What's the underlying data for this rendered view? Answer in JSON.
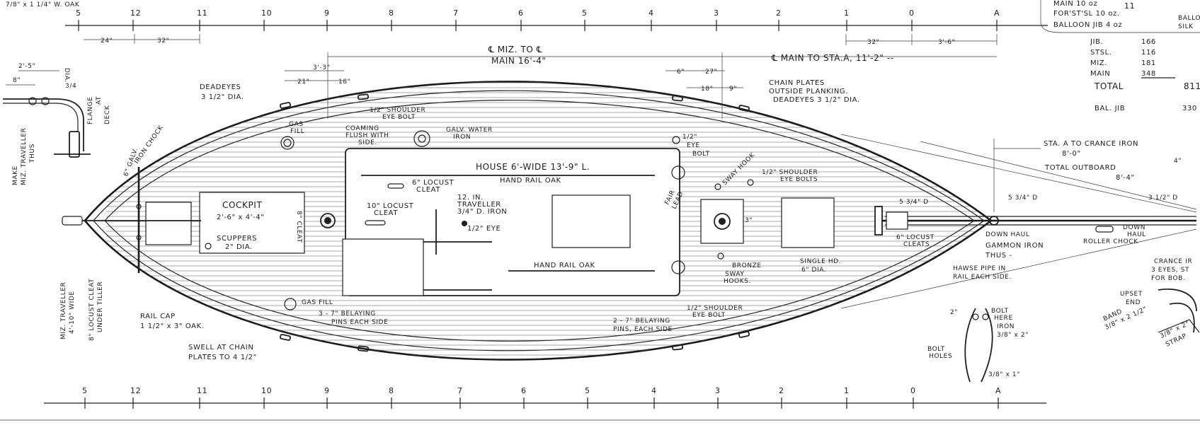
{
  "scale_top": {
    "corner": "7/8\" x 1 1/4\" W. OAK",
    "ticks": [
      "5",
      "12",
      "11",
      "10",
      "9",
      "8",
      "7",
      "6",
      "5",
      "4",
      "3",
      "2",
      "1",
      "0",
      "A"
    ],
    "dim_24": "24\"",
    "dim_32": "32\"",
    "dim_32b": "32\"",
    "dim_36": "3'-6\""
  },
  "scale_bottom": {
    "ticks": [
      "5",
      "12",
      "11",
      "10",
      "9",
      "8",
      "7",
      "6",
      "5",
      "4",
      "3",
      "2",
      "1",
      "0",
      "A"
    ]
  },
  "dims": {
    "miz_to_main": "℄ MIZ. TO ℄",
    "main_16_4": "MAIN 16'-4\"",
    "main_to_sta": "℄ MAIN TO STA.A, 11'-2\" --",
    "d_3_3": "3'-3\"",
    "d_21": "21\"",
    "d_18": "18\"",
    "d_6": "6\"",
    "d_27": "27\"",
    "d_18b": "18\"",
    "d_9": "9\"",
    "d_25": "2'-5\"",
    "dia": "DIA.",
    "d_8": "8\"",
    "d_34": "3/4"
  },
  "sail_table": {
    "main_oz": "MAIN 10 oz",
    "forst_oz": "FOR'ST'SL 10 oz.",
    "balloon_oz": "BALLOON JIB 4 oz",
    "silk": "SILK",
    "ballo": "BALLO",
    "rows": [
      {
        "label": "JIB.",
        "value": "166"
      },
      {
        "label": "STSL.",
        "value": "116"
      },
      {
        "label": "MIZ.",
        "value": "181"
      },
      {
        "label": "MAIN",
        "value": "348"
      }
    ],
    "total_label": "TOTAL",
    "total_value": "811",
    "bal_label": "BAL. JIB",
    "bal_value": "330"
  },
  "labels": {
    "deadeyes": "DEADEYES",
    "deadeyes_dia": "3 1/2\" DIA.",
    "shoulder_eye_1": "1/2\" SHOULDER",
    "shoulder_eye_1b": "EYE BOLT",
    "gas_fill_1": "GAS",
    "gas_fill_1b": "FILL",
    "coaming_1": "COAMING",
    "coaming_2": "FLUSH WITH",
    "coaming_3": "SIDE.",
    "galv_water_1": "GALV. WATER",
    "galv_water_2": "IRON",
    "chain_plates_1": "CHAIN PLATES",
    "chain_plates_2": "OUTSIDE PLANKING.",
    "chain_plates_3": "DEADEYES 3 1/2\" DIA.",
    "eye_bolt_1": "1/2\"",
    "eye_bolt_2": "EYE",
    "eye_bolt_3": "BOLT",
    "house": "HOUSE 6'-WIDE 13'-9\" L.",
    "hand_rail_top": "HAND RAIL OAK",
    "hand_rail_bottom": "HAND RAIL OAK",
    "locust_cleat_6_1": "6\" LOCUST",
    "locust_cleat_6_2": "CLEAT",
    "locust_cleat_10_1": "10\" LOCUST",
    "locust_cleat_10_2": "CLEAT",
    "traveller_1": "12. IN.",
    "traveller_2": "TRAVELLER",
    "traveller_3": "3/4\" D. IRON",
    "eye_half": "1/2\" EYE",
    "cockpit_1": "COCKPIT",
    "cockpit_2": "2'-6\" x 4'-4\"",
    "scuppers_1": "SCUPPERS",
    "scuppers_2": "2\" DIA.",
    "cleat_8": "8\" CLEAT",
    "galv_chock_1": "6\" GALV.",
    "galv_chock_2": "IRON CHOCK",
    "make_traveller_1": "MAKE",
    "make_traveller_2": "MIZ. TRAVELLER",
    "make_traveller_3": "THUS",
    "flange_1": "FLANGE",
    "flange_2": "AT",
    "flange_3": "DECK",
    "miz_trav_1": "MIZ. TRAVELLER",
    "miz_trav_2": "4'-10\" WIDE",
    "locust_under_1": "8\" LOCUST CLEAT",
    "locust_under_2": "UNDER TILLER",
    "rail_cap_1": "RAIL CAP",
    "rail_cap_2": "1 1/2\" x 3\" OAK.",
    "swell_1": "SWELL AT CHAIN",
    "swell_2": "PLATES TO 4 1/2\"",
    "gas_fill_2": "GAS FILL",
    "belaying_1a": "3 - 7\" BELAYING",
    "belaying_1b": "PINS EACH SIDE",
    "belaying_2a": "2 - 7\" BELAYING",
    "belaying_2b": "PINS, EACH SIDE",
    "shoulder_eye_2a": "1/2\" SHOULDER",
    "shoulder_eye_2b": "EYE BOLT",
    "fair_lead_1": "FAIR",
    "fair_lead_2": "LEAD",
    "sway_hook": "SWAY HOOK",
    "shoulder_eye_3a": "1/2\" SHOULDER",
    "shoulder_eye_3b": "EYE BOLTS",
    "bronze_1": "BRONZE",
    "bronze_2": "SWAY",
    "bronze_3": "HOOKS.",
    "block_1": "SINGLE HD.",
    "block_2": "6\" DIA.",
    "locust_cleats_1": "6\" LOCUST",
    "locust_cleats_2": "CLEATS",
    "dia_534": "5 3/4\" D",
    "dia_534b": "5 3/4\" D",
    "dia_312": "3 1/2\" D",
    "down_haul_1": "DOWN HAUL",
    "down_haul_2": "DOWN",
    "down_haul_3": "HAUL",
    "gammon_1": "GAMMON IRON",
    "gammon_2": "THUS -",
    "roller_chock": "ROLLER CHOCK",
    "hawse_1": "HAWSE PIPE IN",
    "hawse_2": "RAIL EACH SIDE.",
    "crance_1": "CRANCE IR",
    "crance_2": "3 EYES, ST",
    "crance_3": "FOR BOB.",
    "sta_crance_1": "STA. A TO CRANCE IRON",
    "sta_crance_2": "8'-0\"",
    "total_outboard_1": "TOTAL OUTBOARD",
    "total_outboard_2": "8'-4\"",
    "dim_4": "4\"",
    "bolt_here_1": "BOLT",
    "bolt_here_2": "HERE",
    "iron_1": "IRON",
    "iron_2": "3/8\" x 2\"",
    "bolt_holes_1": "BOLT",
    "bolt_holes_2": "HOLES",
    "iron_381": "3/8\" x 1\"",
    "dim_2": "2\"",
    "upset_1": "UPSET",
    "upset_2": "END",
    "band_1": "BAND",
    "band_2": "3/8\" x 2 1/2\"",
    "strap_1": "3/8\" x 2\"",
    "strap_2": "STRAP",
    "num_11": "11"
  }
}
